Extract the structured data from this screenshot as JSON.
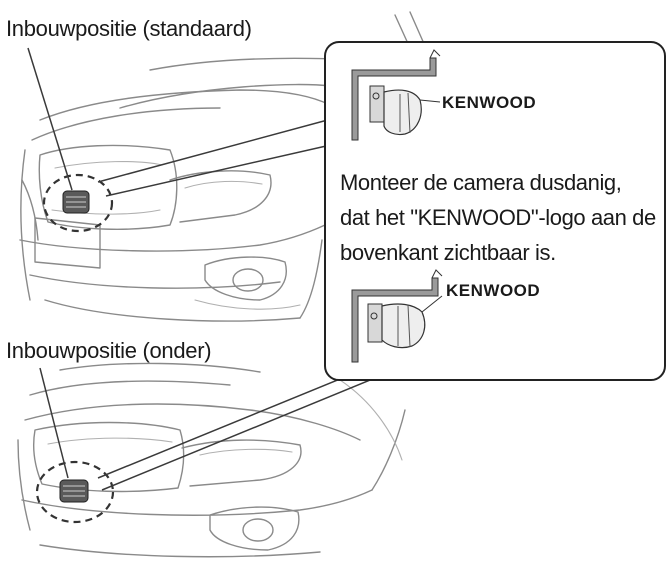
{
  "labels": {
    "position_standard": "Inbouwpositie (standaard)",
    "position_lower": "Inbouwpositie (onder)"
  },
  "callout": {
    "brand_top": "KENWOOD",
    "brand_bottom": "KENWOOD",
    "instruction_lines": [
      "Monteer de camera dusdanig,",
      "dat het \"KENWOOD\"-logo aan de",
      "bovenkant zichtbaar is."
    ]
  }
}
